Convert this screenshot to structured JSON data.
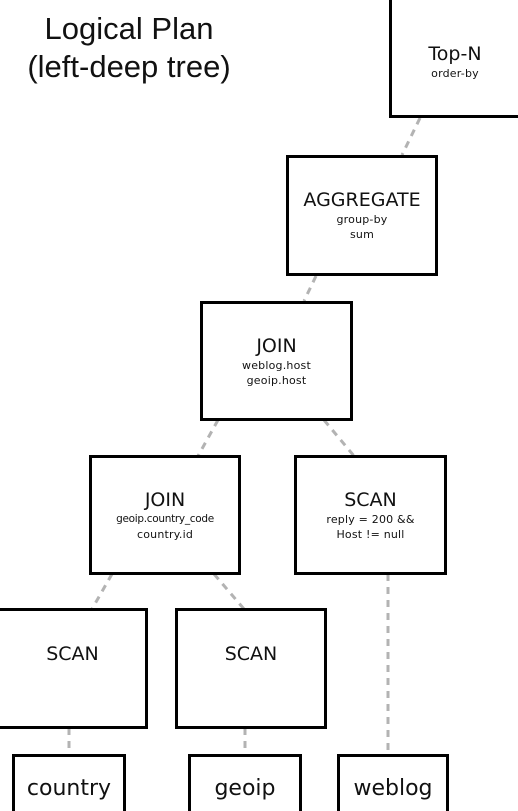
{
  "title": {
    "line1": "Logical Plan",
    "line2": "(left-deep tree)"
  },
  "nodes": {
    "top_n": {
      "name": "Top-N",
      "details": [
        "order-by"
      ]
    },
    "aggregate": {
      "name": "AGGREGATE",
      "details": [
        "group-by",
        "sum"
      ]
    },
    "join_top": {
      "name": "JOIN",
      "details": [
        "weblog.host",
        "geoip.host"
      ]
    },
    "join_left": {
      "name": "JOIN",
      "details": [
        "geoip.country_code",
        "country.id"
      ]
    },
    "scan_right": {
      "name": "SCAN",
      "details": [
        "reply = 200 &&",
        "Host != null"
      ]
    },
    "scan_country": {
      "name": "SCAN",
      "details": []
    },
    "scan_geoip": {
      "name": "SCAN",
      "details": []
    }
  },
  "tables": {
    "country": "country",
    "geoip": "geoip",
    "weblog": "weblog"
  },
  "colors": {
    "box_border": "#000000",
    "edge": "#b3b3b3",
    "text": "#111111"
  }
}
